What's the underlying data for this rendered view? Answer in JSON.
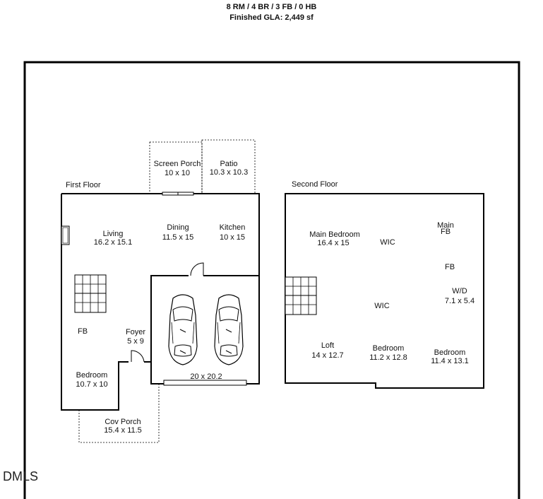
{
  "header": {
    "line1": "8 RM / 4 BR / 3 FB / 0 HB",
    "line2": "Finished GLA: 2,449 sf"
  },
  "floors": {
    "first": "First Floor",
    "second": "Second Floor"
  },
  "rooms": {
    "screen_porch": {
      "name": "Screen Porch",
      "dim": "10 x 10"
    },
    "patio": {
      "name": "Patio",
      "dim": "10.3 x 10.3"
    },
    "living": {
      "name": "Living",
      "dim": "16.2 x 15.1"
    },
    "dining": {
      "name": "Dining",
      "dim": "11.5 x 15"
    },
    "kitchen": {
      "name": "Kitchen",
      "dim": "10 x 15"
    },
    "fb1": {
      "name": "FB"
    },
    "foyer": {
      "name": "Foyer",
      "dim": "5 x 9"
    },
    "bedroom1": {
      "name": "Bedroom",
      "dim": "10.7 x 10"
    },
    "garage": {
      "dim": "20 x 20.2"
    },
    "cov_porch": {
      "name": "Cov Porch",
      "dim": "15.4 x 11.5"
    },
    "main_bedroom": {
      "name": "Main Bedroom",
      "dim": "16.4 x 15"
    },
    "wic1": {
      "name": "WIC"
    },
    "main_fb": {
      "name": "Main",
      "name2": "FB"
    },
    "fb2": {
      "name": "FB"
    },
    "wd": {
      "name": "W/D",
      "dim": "7.1 x 5.4"
    },
    "wic2": {
      "name": "WIC"
    },
    "loft": {
      "name": "Loft",
      "dim": "14 x 12.7"
    },
    "bedroom2": {
      "name": "Bedroom",
      "dim": "11.2 x 12.8"
    },
    "bedroom3": {
      "name": "Bedroom",
      "dim": "11.4 x 13.1"
    }
  },
  "watermark": "DMLS"
}
